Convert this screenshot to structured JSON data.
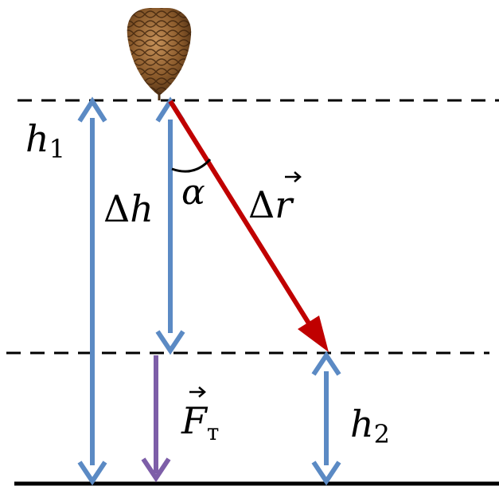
{
  "labels": {
    "h1": "h",
    "h1_sub": "1",
    "delta_h_greek": "Δ",
    "delta_h_var": "h",
    "alpha": "α",
    "delta_r_greek": "Δ",
    "delta_r_var": "r",
    "force_var": "F",
    "force_sub": "т",
    "h2": "h",
    "h2_sub": "2"
  },
  "colors": {
    "blue_arrow": "#5b8ac4",
    "red_arrow": "#c00000",
    "purple_arrow": "#7d5ea8",
    "line": "#000000",
    "pinecone": "#8a5a2b"
  },
  "icons": {
    "object": "pinecone-icon"
  }
}
